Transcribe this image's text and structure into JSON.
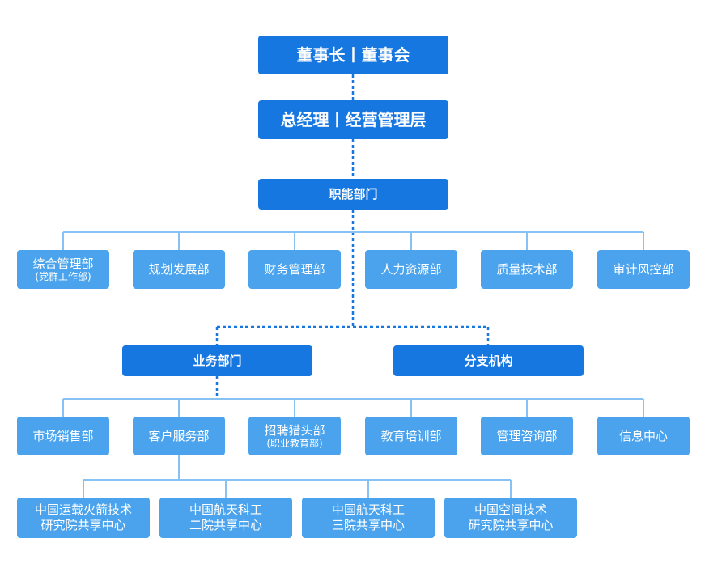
{
  "top": {
    "chairman": "董事长丨董事会",
    "manager": "总经理丨经营管理层"
  },
  "functional": {
    "title": "职能部门",
    "items": [
      {
        "name": "综合管理部",
        "sub": "(党群工作部)"
      },
      {
        "name": "规划发展部"
      },
      {
        "name": "财务管理部"
      },
      {
        "name": "人力资源部"
      },
      {
        "name": "质量技术部"
      },
      {
        "name": "审计风控部"
      }
    ]
  },
  "business": {
    "title": "业务部门",
    "items": [
      {
        "name": "市场销售部"
      },
      {
        "name": "客户服务部"
      },
      {
        "name": "招聘猎头部",
        "sub": "(职业教育部)"
      },
      {
        "name": "教育培训部"
      },
      {
        "name": "管理咨询部"
      },
      {
        "name": "信息中心"
      }
    ],
    "centers": [
      {
        "line1": "中国运载火箭技术",
        "line2": "研究院共享中心"
      },
      {
        "line1": "中国航天科工",
        "line2": "二院共享中心"
      },
      {
        "line1": "中国航天科工",
        "line2": "三院共享中心"
      },
      {
        "line1": "中国空间技术",
        "line2": "研究院共享中心"
      }
    ]
  },
  "branch": {
    "title": "分支机构"
  },
  "colors": {
    "dark": "#1677e0",
    "light": "#4aa3ec",
    "line": "#88c2f2",
    "dash": "#1677e0"
  }
}
